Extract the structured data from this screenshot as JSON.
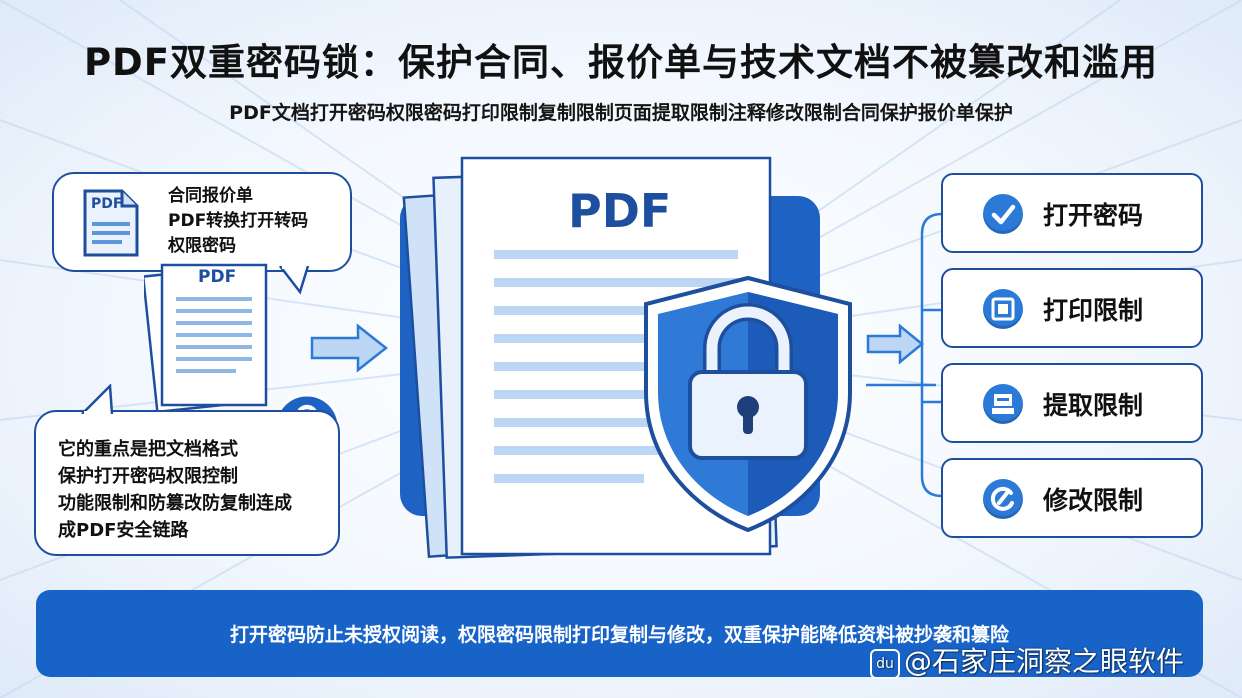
{
  "title": "PDF双重密码锁：保护合同、报价单与技术文档不被篡改和滥用",
  "subtitle": "PDF文档打开密码权限密码打印限制复制限制页面提取限制注释修改限制合同保护报价单保护",
  "top_bubble": {
    "icon_label": "PDF",
    "lines": [
      "合同报价单",
      "PDF转换打开转码",
      "权限密码"
    ]
  },
  "small_doc_label": "PDF",
  "bottom_bubble": {
    "lines": [
      "它的重点是把文档格式",
      "保护打开密码权限控制",
      "功能限制和防篡改防复制连成",
      "成PDF安全链路"
    ]
  },
  "center_doc_label": "PDF",
  "right_items": [
    {
      "label": "打开密码",
      "icon": "check-icon"
    },
    {
      "label": "打印限制",
      "icon": "print-icon"
    },
    {
      "label": "提取限制",
      "icon": "extract-icon"
    },
    {
      "label": "修改限制",
      "icon": "edit-icon"
    }
  ],
  "banner_text": "打开密码防止未授权阅读，权限密码限制打印复制与修改，双重保护能降低资料被抄袭和篡险",
  "watermark": {
    "badge": "du",
    "text": "@石家庄洞察之眼软件"
  },
  "colors": {
    "primary": "#1863c8",
    "outline": "#1e4f9e",
    "accent": "#2b7ad8",
    "light": "#d6e6f8"
  }
}
